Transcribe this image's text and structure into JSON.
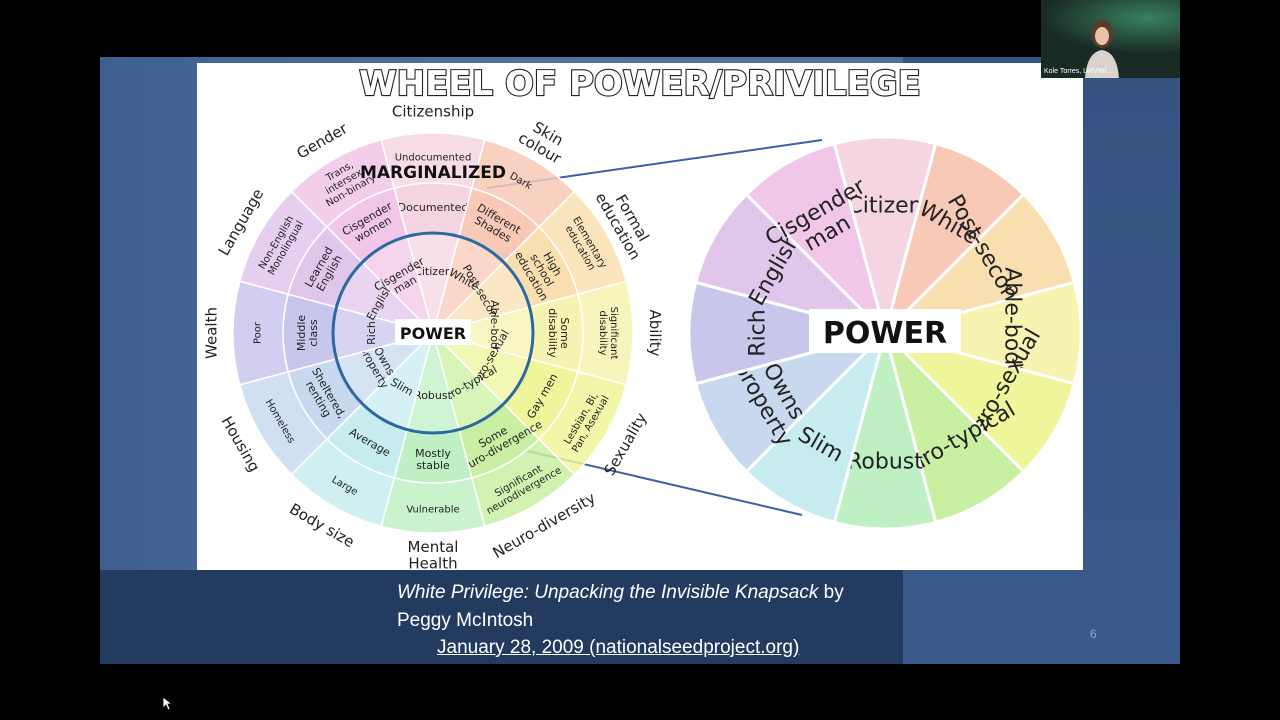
{
  "slide": {
    "page_number": "6",
    "caption": {
      "line1_title": "White Privilege: Unpacking the Invisible Knapsack",
      "line1_by": " by",
      "line2": "Peggy McIntosh",
      "link": "January 28, 2009 (nationalseedproject.org)"
    }
  },
  "webcam": {
    "participant_name": "Kole Torres, LWVWI..."
  },
  "figure": {
    "title": "WHEEL OF POWER/PRIVILEGE",
    "marginalized_label": "MARGINALIZED",
    "center_label": "POWER",
    "left_wheel": {
      "categories": [
        "Citizenship",
        "Skin colour",
        "Formal education",
        "Ability",
        "Sexuality",
        "Neuro-diversity",
        "Mental Health",
        "Body size",
        "Housing",
        "Wealth",
        "Language",
        "Gender"
      ],
      "inner": [
        "Citizen",
        "White",
        "Post-secondary",
        "Able-bodied",
        "Hetero-sexual",
        "Neuro-typical",
        "Robust",
        "Slim",
        "Owns property",
        "Rich",
        "English",
        "Cisgender man"
      ],
      "middle": [
        "Documented",
        "Different Shades",
        "High school education",
        "Some disability",
        "Gay men",
        "Some neuro-divergence",
        "Mostly stable",
        "Average",
        "Sheltered, renting",
        "Middle class",
        "Learned English",
        "Cisgender women"
      ],
      "outer": [
        "Undocumented",
        "Dark",
        "Elementary education",
        "Significant disability",
        "Lesbian, Bi, Pan, Asexual",
        "Significant neurodivergence",
        "Vulnerable",
        "Large",
        "Homeless",
        "Poor",
        "Non-English Monolingual",
        "Trans, intersex, Non-binary"
      ]
    },
    "right_wheel": {
      "center_label": "POWER",
      "segments": [
        "Citizen",
        "White",
        "Post-secondary",
        "Able-bodied",
        "Hetero-sexual",
        "Neuro-typical",
        "Robust",
        "Slim",
        "Owns property",
        "Rich",
        "English",
        "Cisgender man"
      ]
    },
    "colors": [
      "#f6d5e3",
      "#f8c9b6",
      "#f9dfb0",
      "#f7f3b0",
      "#eef59a",
      "#c9f0a2",
      "#bff0c4",
      "#c7ecef",
      "#c8d9ef",
      "#c9c6ec",
      "#e1c6ec",
      "#f1c6e8"
    ]
  }
}
